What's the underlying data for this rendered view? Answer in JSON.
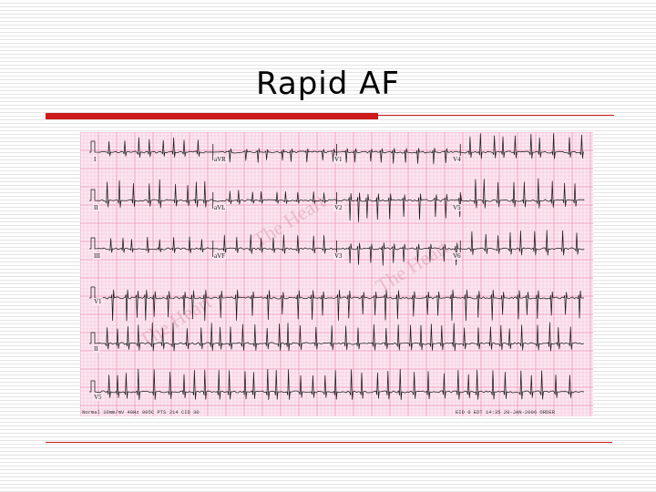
{
  "slide": {
    "title": "Rapid AF"
  },
  "ecg": {
    "leads": {
      "I": "I",
      "aVR": "aVR",
      "V1": "V1",
      "V4": "V4",
      "II": "II",
      "aVL": "aVL",
      "V2": "V2",
      "V5": "V5",
      "III": "III",
      "aVF": "aVF",
      "V3": "V3",
      "V6": "V6",
      "rhythm_V1": "V1",
      "rhythm_II": "II",
      "rhythm_V5": "V5"
    },
    "footer_left": "Normal  10mm/mV  40Hz  005C  PTS 214  CID 30",
    "footer_right": "EID 0 EDT 14:35 20-JAN-2006 ORDER",
    "watermark_lines": [
      "The Heart",
      "The Heart",
      "The Heart"
    ]
  },
  "colors": {
    "grid_minor": "#f6bfd5",
    "grid_major": "#ee92b6",
    "paper": "#fbe9f1",
    "trace": "#1a1a1a",
    "accent_red": "#cc1b1b"
  }
}
